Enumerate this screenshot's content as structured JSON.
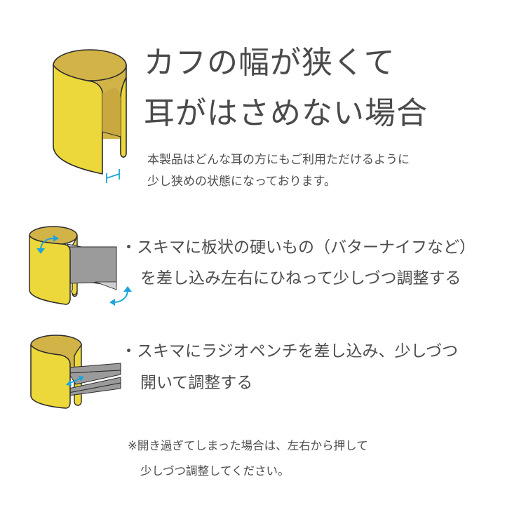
{
  "header": {
    "title_lines": [
      "カフの幅が狭くて",
      "耳がはさめない場合"
    ],
    "description_lines": [
      "本製品はどんな耳の方にもご利用ただけるように",
      "少し狭めの状態になっております。"
    ]
  },
  "steps": [
    {
      "bullet": "・",
      "lines": [
        "スキマに板状の硬いもの（バターナイフなど）",
        "を差し込み左右にひねって少しづつ調整する"
      ],
      "illustration": "cuff-with-butter-knife-twist"
    },
    {
      "bullet": "・",
      "lines": [
        "スキマにラジオペンチを差し込み、少しづつ",
        "開いて調整する"
      ],
      "illustration": "cuff-with-radio-pliers-open"
    }
  ],
  "note": {
    "lines": [
      "※開き過ぎてしまった場合は、左右から押して",
      "少しづつ調整してください。"
    ]
  },
  "colors": {
    "cuff_yellow": "#ecd83a",
    "cuff_inner": "#d2b347",
    "outline": "#2b2b2b",
    "tool_gray": "#9b9b9b",
    "tool_light": "#cfcfcf",
    "arrow_blue": "#1ea4dc",
    "text": "#4d4d4d"
  }
}
